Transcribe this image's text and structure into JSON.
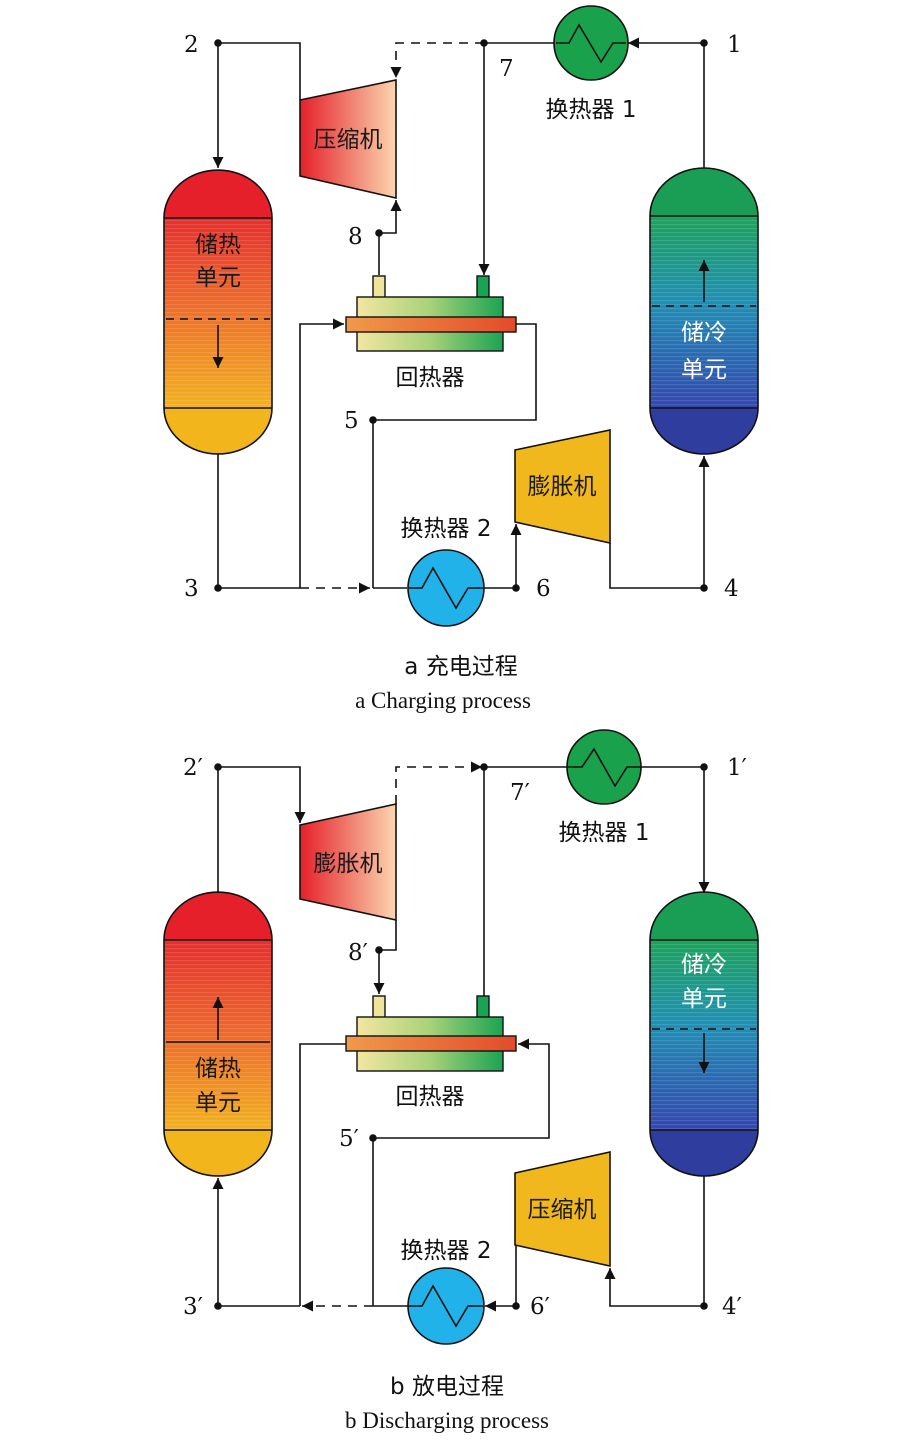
{
  "panel_a": {
    "nodes": {
      "n1": "1",
      "n2": "2",
      "n3": "3",
      "n4": "4",
      "n5": "5",
      "n6": "6",
      "n7": "7",
      "n8": "8"
    },
    "compressor": "压缩机",
    "expander": "膨胀机",
    "hex1": "换热器 1",
    "hex2": "换热器 2",
    "recuperator": "回热器",
    "hot_tank": [
      "储热",
      "单元"
    ],
    "cold_tank": [
      "储冷",
      "单元"
    ],
    "caption_zh": "a  充电过程",
    "caption_en": "a  Charging process"
  },
  "panel_b": {
    "nodes": {
      "n1": "1′",
      "n2": "2′",
      "n3": "3′",
      "n4": "4′",
      "n5": "5′",
      "n6": "6′",
      "n7": "7′",
      "n8": "8′"
    },
    "expander": "膨胀机",
    "compressor": "压缩机",
    "hex1": "换热器 1",
    "hex2": "换热器 2",
    "recuperator": "回热器",
    "hot_tank": [
      "储热",
      "单元"
    ],
    "cold_tank": [
      "储冷",
      "单元"
    ],
    "caption_zh": "b  放电过程",
    "caption_en": "b  Discharging process"
  },
  "colors": {
    "hot_top": "#e5202a",
    "hot_bottom": "#f2b51c",
    "cold_top": "#1a9e55",
    "cold_bottom": "#2e3d9e",
    "hex_green": "#19a24b",
    "hex_blue": "#22b2ea",
    "machine_yellow": "#f0b81c",
    "recuperator_core": "#e86e35"
  }
}
